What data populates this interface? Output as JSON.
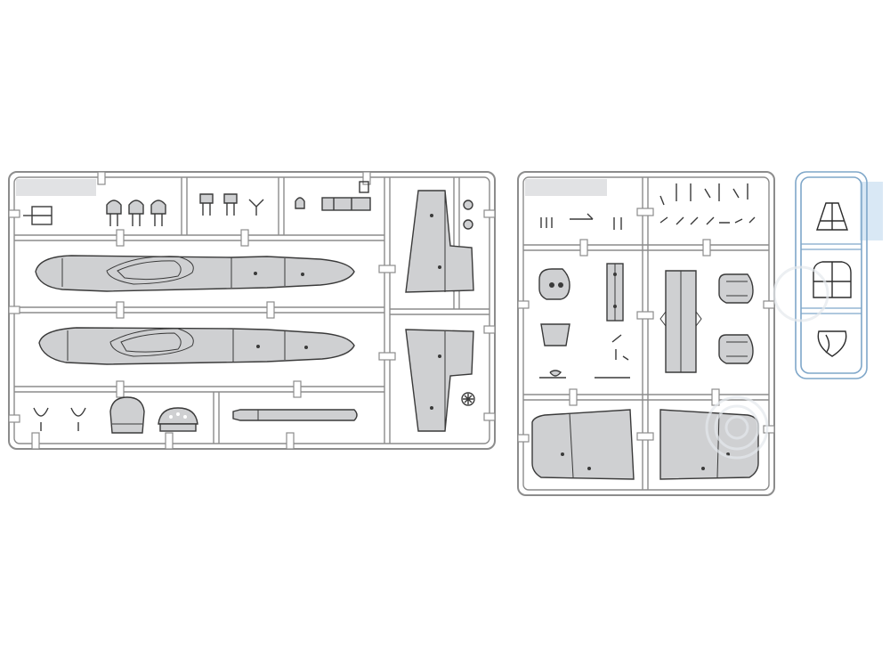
{
  "diagram": {
    "sprues": [
      {
        "id": "sprue-a",
        "parts": [
          "fuselage-half-1",
          "fuselage-half-2",
          "horizontal-stabilizer-1",
          "horizontal-stabilizer-2",
          "ejection-seat-parts",
          "landing-gear-struts",
          "cockpit-tub",
          "instrument-panel",
          "fuel-tank"
        ]
      },
      {
        "id": "sprue-b",
        "parts": [
          "engine-nacelle-1",
          "engine-nacelle-2",
          "outer-wing-1",
          "outer-wing-2",
          "gear-bay",
          "antennas",
          "small-detail-parts"
        ]
      },
      {
        "id": "sprue-c-clear",
        "parts": [
          "canopy-front",
          "canopy-main",
          "canopy-rear"
        ]
      }
    ]
  },
  "colors": {
    "sprue_stroke": "#8c8c8c",
    "sprue_fill": "#ffffff",
    "part_fill": "#cfd0d2",
    "part_stroke": "#3a3a3a",
    "tag_fill": "#e1e2e4",
    "clear_stroke": "#7fa7c9",
    "clear_tag": "#d9e8f5",
    "watermark": "#e4e8ec"
  }
}
